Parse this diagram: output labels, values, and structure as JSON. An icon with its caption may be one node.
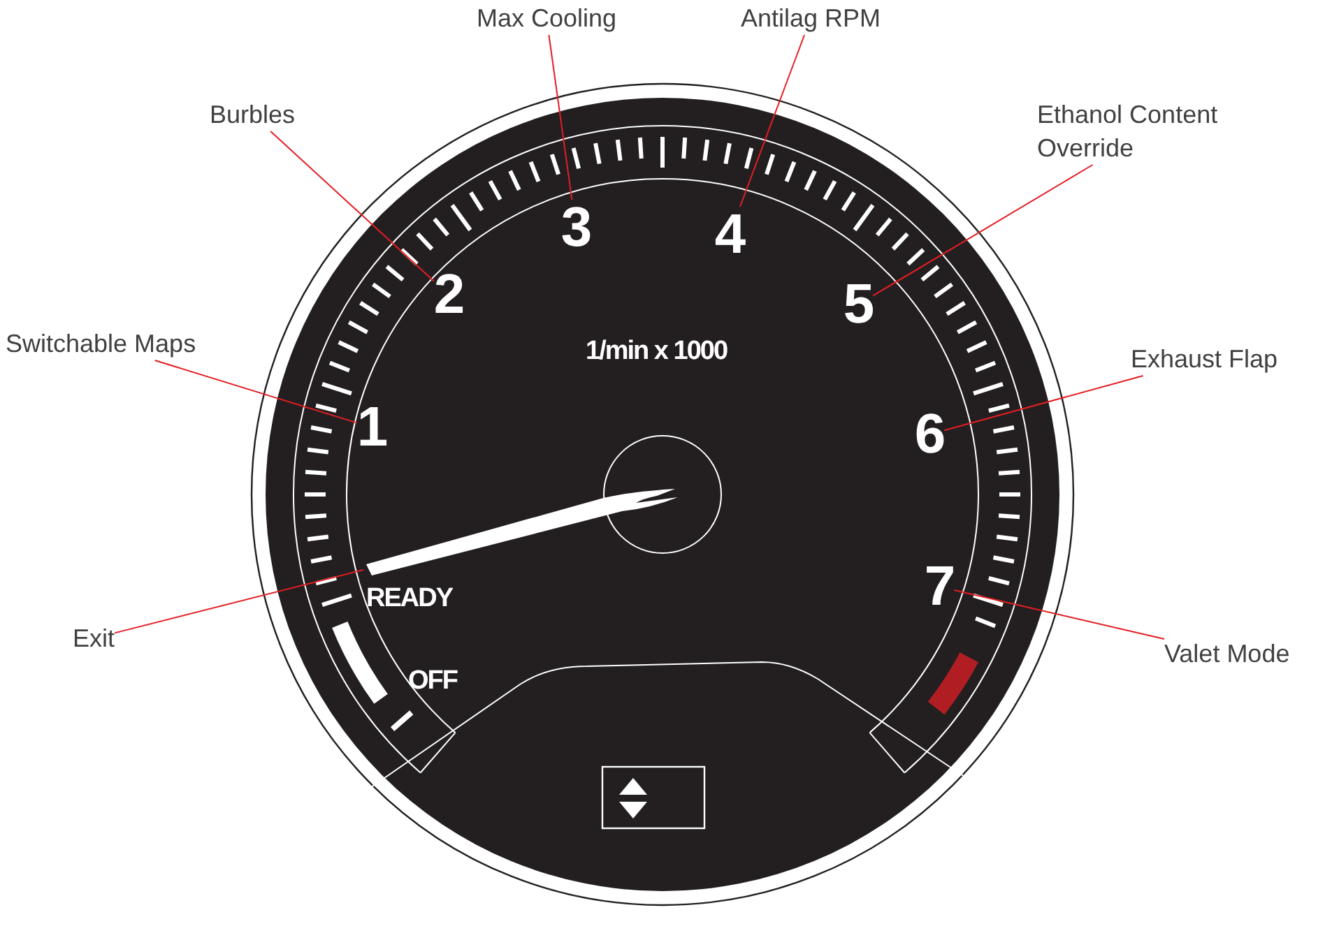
{
  "diagram": {
    "nodes": [
      {
        "text": [
          "Max Cooling"
        ]
      },
      {
        "text": [
          "Antilag RPM"
        ]
      },
      {
        "text": [
          "Burbles"
        ]
      },
      {
        "text": [
          "Ethanol Content Override"
        ]
      },
      {
        "text": [
          "Switchable Maps"
        ]
      },
      {
        "text": [
          "Exhaust Flap"
        ]
      },
      {
        "text": [
          "Exit"
        ]
      },
      {
        "text": [
          "Valet Mode"
        ]
      },
      {
        "text": [
          "1"
        ]
      },
      {
        "text": [
          "2"
        ]
      },
      {
        "text": [
          "3"
        ]
      },
      {
        "text": [
          "4"
        ]
      },
      {
        "text": [
          "5"
        ]
      },
      {
        "text": [
          "6"
        ]
      },
      {
        "text": [
          "7"
        ]
      },
      {
        "text": [],
        "shape": "picture"
      }
    ],
    "edges": [
      {
        "from": 0,
        "to": 10,
        "arrow": "none"
      },
      {
        "from": 1,
        "to": 11,
        "arrow": "none"
      },
      {
        "from": 2,
        "to": 9,
        "arrow": "none"
      },
      {
        "from": 3,
        "to": 12,
        "arrow": "none"
      },
      {
        "from": 4,
        "to": 8,
        "arrow": "none"
      },
      {
        "from": 5,
        "to": 13,
        "arrow": "none"
      },
      {
        "from": 6,
        "to": 15,
        "arrow": "none"
      },
      {
        "from": 7,
        "to": 14,
        "arrow": "none"
      }
    ],
    "labels": [
      "1/min x 1000",
      "READY",
      "OFF"
    ]
  }
}
